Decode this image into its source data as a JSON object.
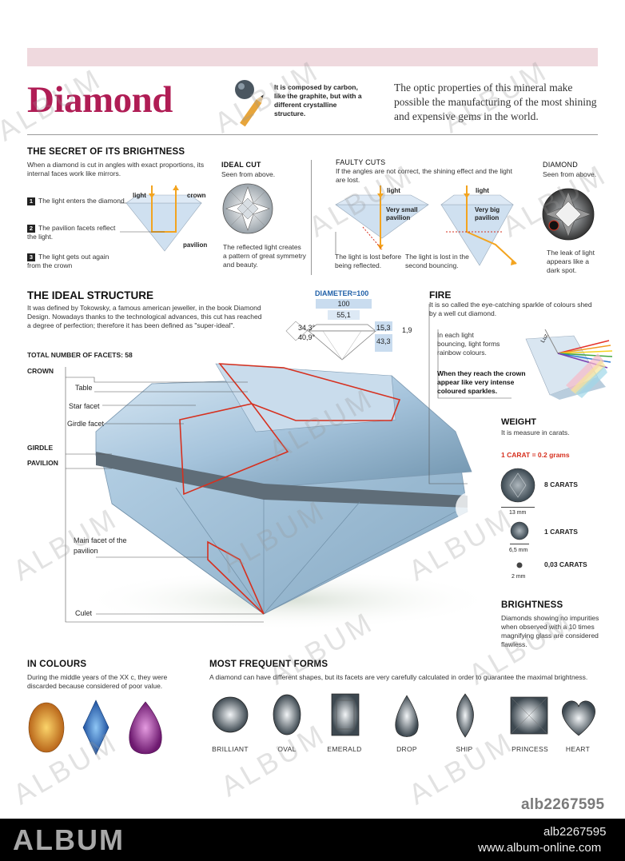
{
  "header": {
    "title": "Diamond",
    "carbon_note": "It is composed by carbon, like the graphite, but with a different crystalline structure.",
    "intro": "The optic properties of this mineral make possible the manufacturing of the most shining and expensive gems in the world."
  },
  "secret": {
    "heading": "THE SECRET OF ITS BRIGHTNESS",
    "text": "When a diamond is cut in angles with exact proportions, its internal faces work like mirrors.",
    "steps": [
      {
        "num": "1",
        "text": "The light enters the diamond"
      },
      {
        "num": "2",
        "text": "The pavilion facets reflect the light."
      },
      {
        "num": "3",
        "text": "The light gets out again from the crown"
      }
    ],
    "diagram_labels": {
      "light": "light",
      "crown": "crown",
      "pavilion": "pavilion"
    },
    "ideal_cut": {
      "title": "IDEAL CUT",
      "subtitle": "Seen from above.",
      "caption": "The reflected light creates a pattern of great symmetry and beauty."
    },
    "faulty_cuts": {
      "title": "FAULTY CUTS",
      "text": "If the angles are not correct, the shining effect and the light are lost.",
      "left": {
        "light": "light",
        "label": "Very small pavilion",
        "caption": "The light is lost before being reflected."
      },
      "right": {
        "light": "light",
        "label": "Very big pavilion",
        "caption": "The light is lost in the second bouncing."
      }
    },
    "diamond_view": {
      "title": "DIAMOND",
      "subtitle": "Seen from above.",
      "caption": "The leak of light appears like a dark spot."
    }
  },
  "ideal_structure": {
    "heading": "THE IDEAL STRUCTURE",
    "text": "It was defined by Tokowsky, a famous american jeweller, in the book Diamond Design. Nowadays thanks to the technological advances, this cut has reached a degree of perfection; therefore it has been defined as \"super-ideal\".",
    "diameter_label": "DIAMETER=100",
    "values": {
      "top": "100",
      "table": "55,1",
      "crown_angle": "34,3°",
      "pavilion_angle": "40,9°",
      "crown_h": "15,3",
      "girdle": "1,9",
      "pavilion_h": "43,3"
    },
    "facets_total": "TOTAL NUMBER OF FACETS: 58",
    "labels": {
      "crown": "CROWN",
      "girdle": "GIRDLE",
      "pavilion": "PAVILION",
      "table": "Table",
      "star": "Star facet",
      "girdle_facet": "Girdle facet",
      "main_pavilion": "Main facet of the pavilion",
      "culet": "Culet"
    }
  },
  "fire": {
    "heading": "FIRE",
    "text": "It is so called the eye-catching sparkle of colours shed by a well cut diamond.",
    "note1": "In each light bouncing, light forms rainbow colours.",
    "note2": "When they reach the crown appear like very intense coloured sparkles.",
    "light_label": "Luz"
  },
  "weight": {
    "heading": "WEIGHT",
    "text": "It is measure in carats.",
    "carat_def": "1 CARAT = 0.2 grams",
    "items": [
      {
        "label": "8 CARATS",
        "size": "13 mm"
      },
      {
        "label": "1 CARATS",
        "size": "6,5 mm"
      },
      {
        "label": "0,03 CARATS",
        "size": "2 mm"
      }
    ]
  },
  "brightness": {
    "heading": "BRIGHTNESS",
    "text": "Diamonds showing no impurities when observed with a 10 times magnifying glass are considered flawless."
  },
  "colours": {
    "heading": "IN COLOURS",
    "text": "During the middle years of the XX c, they were discarded because considered of poor value."
  },
  "forms": {
    "heading": "MOST FREQUENT FORMS",
    "text": "A diamond can have different shapes, but its facets are very carefully calculated in order to guarantee the maximal brightness.",
    "shapes": [
      "BRILLIANT",
      "OVAL",
      "EMERALD",
      "DROP",
      "SHIP",
      "PRINCESS",
      "HEART"
    ]
  },
  "branding": {
    "watermark": "ALBUM",
    "image_id": "alb2267595",
    "footer_logo": "ALBUM",
    "footer_id": "alb2267595",
    "footer_url": "www.album-online.com"
  },
  "colors": {
    "title": "#b01d55",
    "band": "#efd9de",
    "accent_red": "#d6301f",
    "ice_blue": "#a8c8e0",
    "footer_bg": "#000000"
  }
}
